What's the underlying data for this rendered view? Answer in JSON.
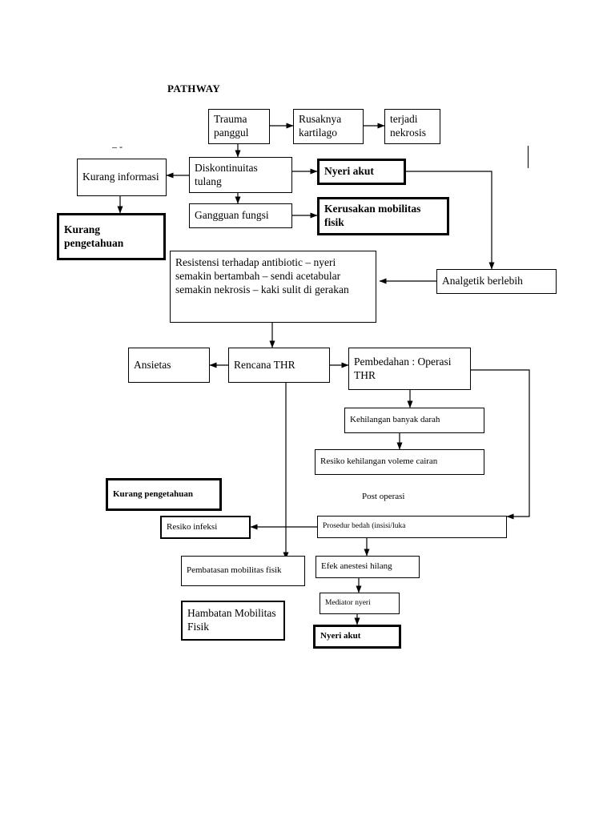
{
  "document": {
    "title": "PATHWAY"
  },
  "nodes": [
    {
      "id": "trauma-panggul",
      "label": "Trauma panggul"
    },
    {
      "id": "rusaknya-kartilago",
      "label": "Rusaknya kartilago"
    },
    {
      "id": "terjadi-nekrosis",
      "label": "terjadi nekrosis"
    },
    {
      "id": "kurang-informasi",
      "label": "Kurang informasi"
    },
    {
      "id": "diskontinuitas-tulang",
      "label": "Diskontinuitas tulang"
    },
    {
      "id": "nyeri-akut-top",
      "label": "Nyeri akut"
    },
    {
      "id": "kurang-pengetahuan-top",
      "label": "Kurang pengetahuan"
    },
    {
      "id": "gangguan-fungsi",
      "label": "Gangguan fungsi"
    },
    {
      "id": "kerusakan-mobilitas-fisik",
      "label": "Kerusakan mobilitas fisik"
    },
    {
      "id": "resistensi",
      "label": "Resistensi terhadap antibiotic – nyeri semakin bertambah – sendi acetabular semakin nekrosis – kaki sulit di gerakan"
    },
    {
      "id": "analgetik-berlebih",
      "label": "Analgetik berlebih"
    },
    {
      "id": "ansietas",
      "label": "Ansietas"
    },
    {
      "id": "rencana-thr",
      "label": "Rencana THR"
    },
    {
      "id": "pembedahan-operasi-thr",
      "label": "Pembedahan : Operasi THR"
    },
    {
      "id": "kehilangan-banyak-darah",
      "label": "Kehilangan banyak darah"
    },
    {
      "id": "resiko-kehilangan-volume-cairan",
      "label": "Resiko kehilangan voleme cairan"
    },
    {
      "id": "kurang-pengetahuan-bottom",
      "label": "Kurang pengetahuan"
    },
    {
      "id": "resiko-infeksi",
      "label": "Resiko infeksi"
    },
    {
      "id": "prosedur-bedah",
      "label": "Prosedur bedah (insisi/luka"
    },
    {
      "id": "pembatasan-mobilitas-fisik",
      "label": "Pembatasan mobilitas fisik"
    },
    {
      "id": "efek-anestesi-hilang",
      "label": "Efek anestesi hilang"
    },
    {
      "id": "hambatan-mobilitas-fisik",
      "label": "Hambatan Mobilitas Fisik"
    },
    {
      "id": "mediator-nyeri",
      "label": "Mediator nyeri"
    },
    {
      "id": "nyeri-akut-bottom",
      "label": "Nyeri akut"
    }
  ],
  "annotations": {
    "post_operasi": "Post operasi",
    "dash_marks": "– -"
  },
  "chart_data": {
    "type": "flowchart",
    "title": "PATHWAY",
    "edges": [
      {
        "from": "trauma-panggul",
        "to": "rusaknya-kartilago"
      },
      {
        "from": "rusaknya-kartilago",
        "to": "terjadi-nekrosis"
      },
      {
        "from": "trauma-panggul",
        "to": "diskontinuitas-tulang"
      },
      {
        "from": "diskontinuitas-tulang",
        "to": "kurang-informasi"
      },
      {
        "from": "diskontinuitas-tulang",
        "to": "nyeri-akut-top"
      },
      {
        "from": "kurang-informasi",
        "to": "kurang-pengetahuan-top"
      },
      {
        "from": "diskontinuitas-tulang",
        "to": "gangguan-fungsi"
      },
      {
        "from": "gangguan-fungsi",
        "to": "kerusakan-mobilitas-fisik"
      },
      {
        "from": "nyeri-akut-top",
        "to": "analgetik-berlebih"
      },
      {
        "from": "analgetik-berlebih",
        "to": "resistensi"
      },
      {
        "from": "resistensi",
        "to": "rencana-thr"
      },
      {
        "from": "rencana-thr",
        "to": "ansietas"
      },
      {
        "from": "rencana-thr",
        "to": "pembedahan-operasi-thr"
      },
      {
        "from": "pembedahan-operasi-thr",
        "to": "kehilangan-banyak-darah"
      },
      {
        "from": "kehilangan-banyak-darah",
        "to": "resiko-kehilangan-volume-cairan"
      },
      {
        "from": "pembedahan-operasi-thr",
        "to": "prosedur-bedah"
      },
      {
        "from": "prosedur-bedah",
        "to": "resiko-infeksi"
      },
      {
        "from": "prosedur-bedah",
        "to": "efek-anestesi-hilang"
      },
      {
        "from": "rencana-thr",
        "to": "pembatasan-mobilitas-fisik"
      },
      {
        "from": "efek-anestesi-hilang",
        "to": "mediator-nyeri"
      },
      {
        "from": "mediator-nyeri",
        "to": "nyeri-akut-bottom"
      }
    ]
  }
}
